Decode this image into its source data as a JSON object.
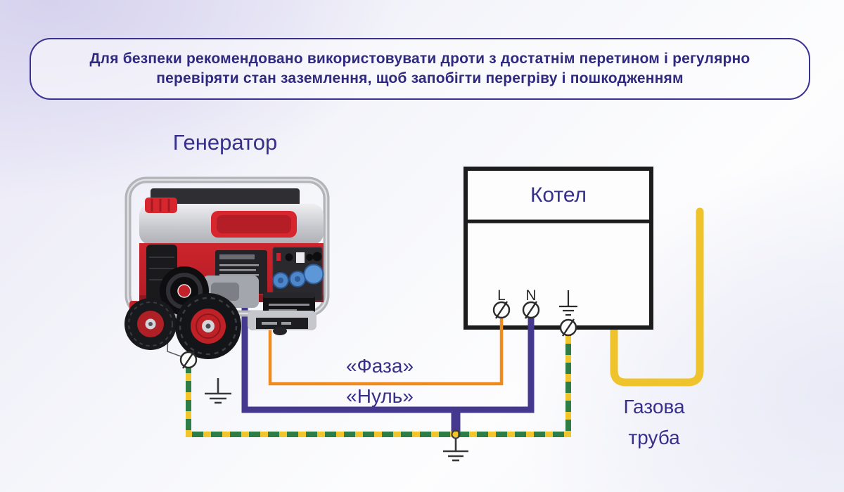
{
  "banner": {
    "lines": [
      "Для безпеки рекомендовано використовувати дроти з достатнім перетином і регулярно",
      "перевіряти стан заземлення, щоб запобігти перегріву і пошкодженням"
    ]
  },
  "labels": {
    "generator": "Генератор",
    "boiler": "Котел",
    "phase_wire": "«Фаза»",
    "neutral_wire": "«Нуль»",
    "gas_pipe_line1": "Газова",
    "gas_pipe_line2": "труба"
  },
  "terminals": {
    "live": "L",
    "neutral": "N"
  },
  "colors": {
    "phase_wire": "#EF8A1C",
    "neutral_wire": "#44398F",
    "ground_yellow": "#F2C52D",
    "ground_green": "#2E7D46",
    "gas_pipe": "#EFC32C",
    "label_text": "#37308A",
    "banner_text": "#2F2A80",
    "boiler_outline": "#1C1C1C"
  }
}
